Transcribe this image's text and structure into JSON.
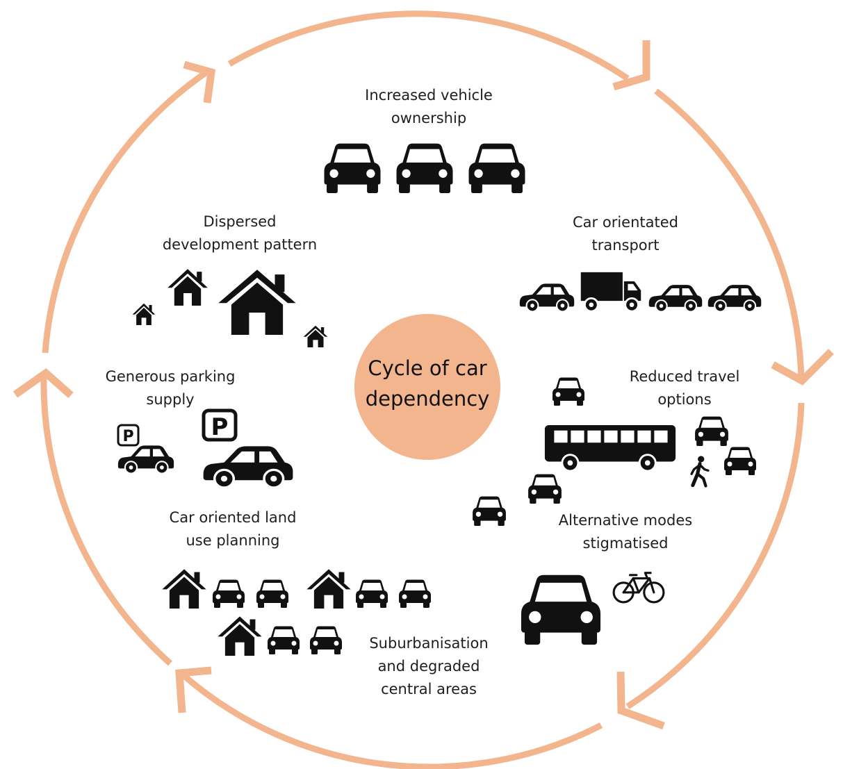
{
  "colors": {
    "accent": "#f2b58d",
    "icon": "#111111",
    "text": "#1e1e1e"
  },
  "center": {
    "line1": "Cycle of car",
    "line2": "dependency"
  },
  "stages": {
    "ownership": {
      "line1": "Increased vehicle",
      "line2": "ownership"
    },
    "transport": {
      "line1": "Car orientated",
      "line2": "transport"
    },
    "reduced": {
      "line1": "Reduced travel",
      "line2": "options"
    },
    "alternative": {
      "line1": "Alternative modes",
      "line2": "stigmatised"
    },
    "suburban": {
      "line1": "Suburbanisation",
      "line2": "and degraded",
      "line3": "central areas"
    },
    "landuse": {
      "line1": "Car oriented land",
      "line2": "use planning"
    },
    "parking": {
      "line1": "Generous parking",
      "line2": "supply"
    },
    "dispersed": {
      "line1": "Dispersed",
      "line2": "development pattern"
    }
  },
  "parking_sign_small": "P",
  "parking_sign_large": "P",
  "icons": {
    "car_front": "car-front-icon",
    "car_side": "car-side-icon",
    "truck": "truck-icon",
    "bus": "bus-icon",
    "house": "house-icon",
    "pedestrian": "pedestrian-icon",
    "bicycle": "bicycle-icon",
    "parking": "parking-sign-icon"
  }
}
